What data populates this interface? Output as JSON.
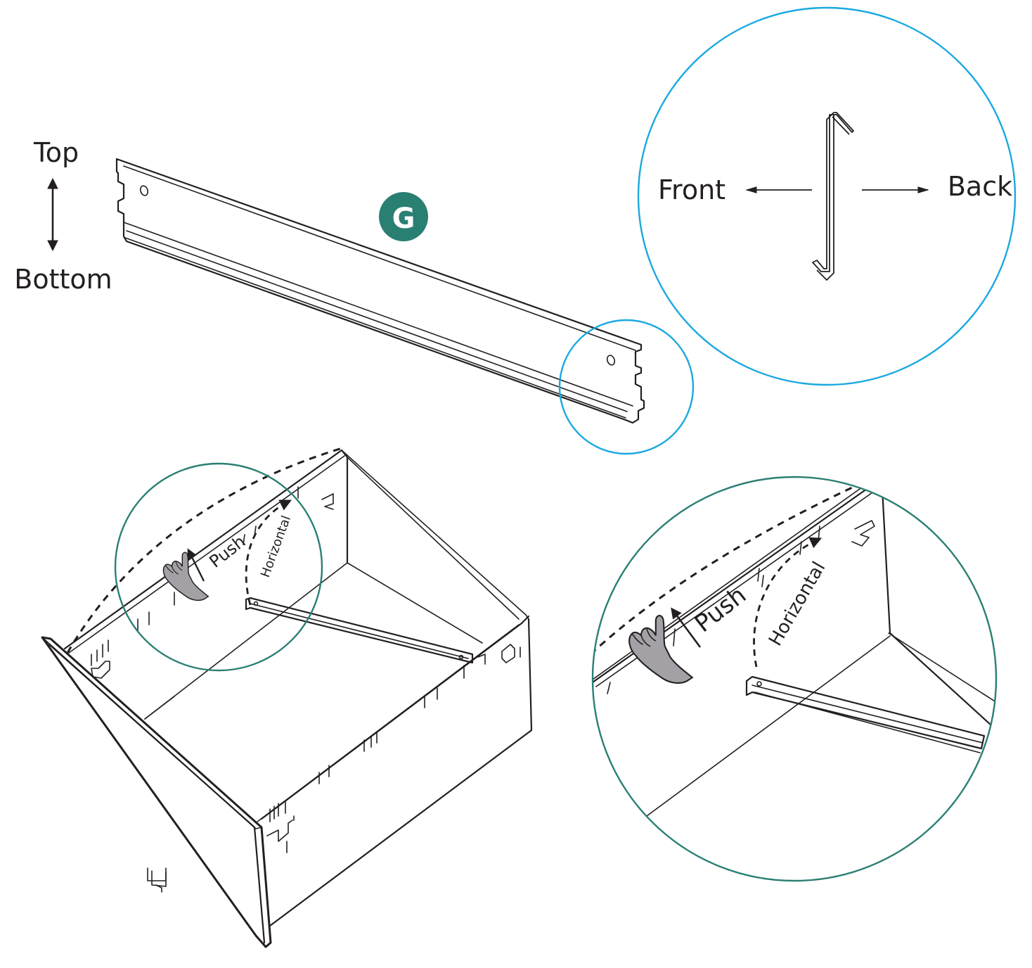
{
  "orientation": {
    "top_label": "Top",
    "bottom_label": "Bottom"
  },
  "part": {
    "letter": "G",
    "badge_color": "#2a7f73"
  },
  "detail": {
    "front_label": "Front",
    "back_label": "Back",
    "circle_color": "#1aa9e1"
  },
  "instruction": {
    "push_label": "Push",
    "horizontal_label": "Horizontal",
    "circle_color": "#2a7f73"
  },
  "colors": {
    "line": "#231f20",
    "hand": "#a3a1a6"
  }
}
